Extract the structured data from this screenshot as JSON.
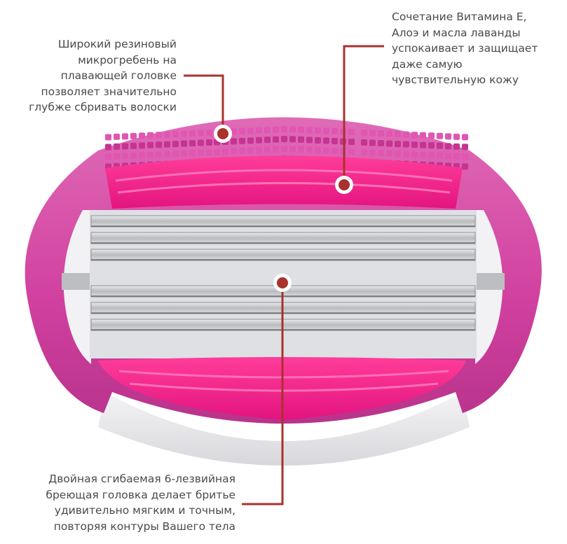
{
  "callouts": {
    "microcomb": {
      "lines": [
        "Широкий резиновый",
        "микрогребень на",
        "плавающей головке",
        "позволяет значительно",
        "глубже сбривать волоски"
      ]
    },
    "vitamin": {
      "lines": [
        "Сочетание Витамина Е,",
        "Алоэ и масла лаванды",
        "успокаивает и защищает",
        "даже самую",
        "чувствительную кожу"
      ]
    },
    "blades": {
      "lines": [
        "Двойная сгибаемая 6-лезвийная",
        "бреющая головка делает бритье",
        "удивительно мягким и точным,",
        "повторяя контуры Вашего тела"
      ]
    }
  },
  "colors": {
    "leader_line": "#a8322d",
    "marker_fill": "#a8322d",
    "marker_ring": "#ffffff",
    "cartridge_pink": "#d1409f",
    "cartridge_magenta": "#e3147f",
    "blade_steel": "#c7c9cc",
    "text": "#4a4a4a"
  }
}
